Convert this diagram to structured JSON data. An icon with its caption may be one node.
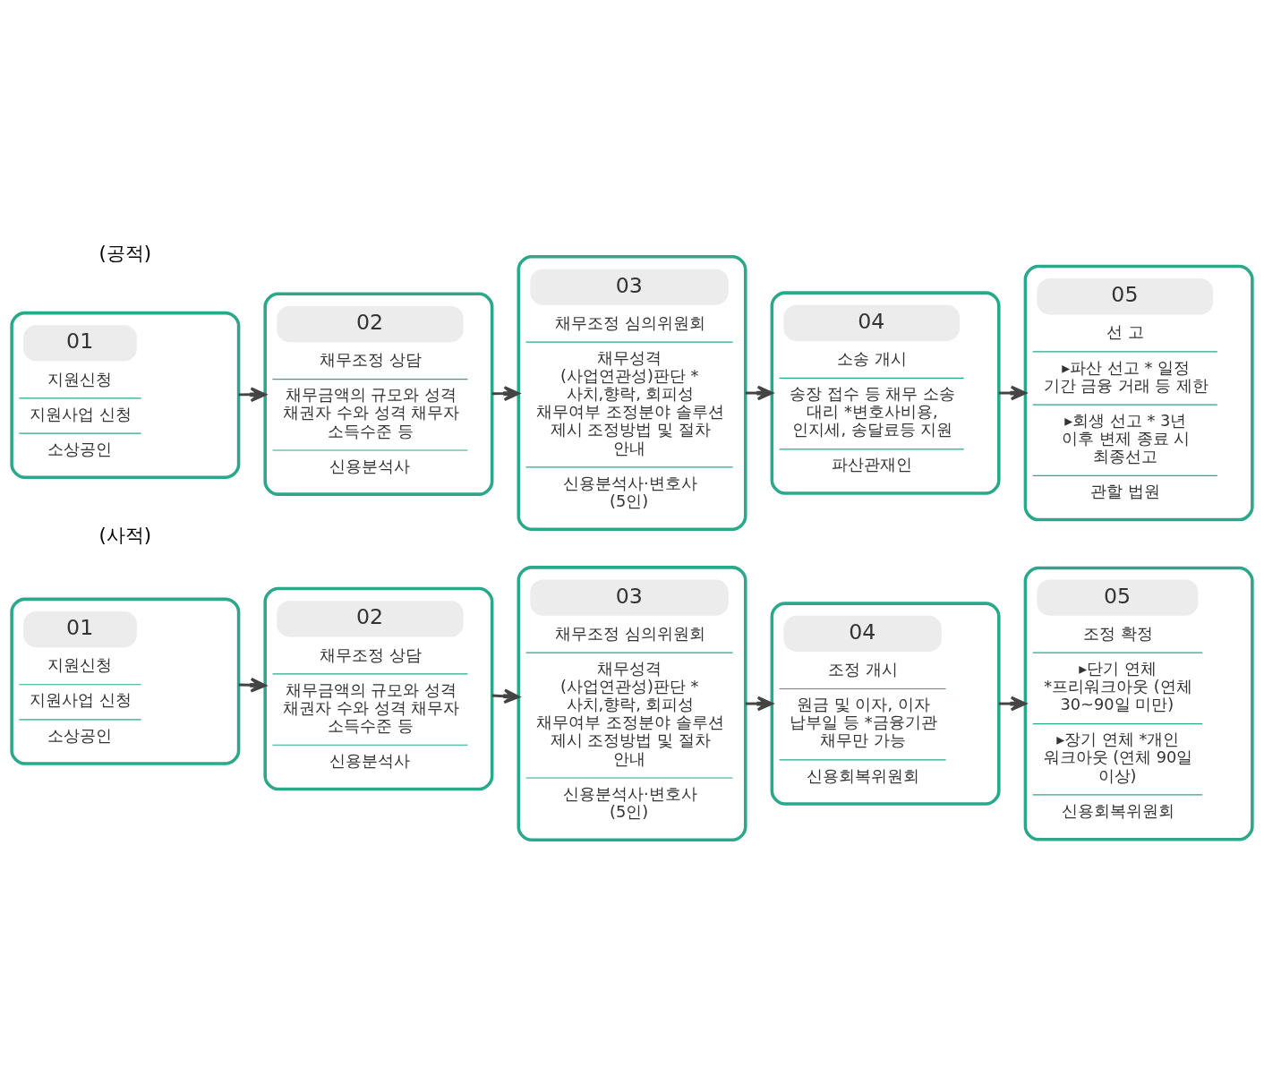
{
  "diagram": {
    "nodes": [
      {
        "text": [
          "01",
          "지원신청",
          "지원사업 신청",
          "소상공인"
        ]
      },
      {
        "text": [
          "02",
          "채무조정 상담",
          "채무금액의 규모와 성격 채권자 수와 성격 채무자 소득수준 등",
          "신용분석사"
        ]
      },
      {
        "text": [
          "03",
          "채무조정 심의위원회",
          "채무성격 (사업연관성)판단 * 사치,향락, 회피성 채무여부 조정분야 솔루션 제시 조정방법 및 절차 안내",
          "신용분석사·변호사 (5인)"
        ]
      },
      {
        "text": [
          "04",
          "소송 개시",
          "송장 접수 등 채무 소송 대리 *변호사비용, 인지세, 송달료등 지원",
          "파산관재인"
        ]
      },
      {
        "text": [
          "05",
          "선 고",
          "▸파산 선고 * 일정 기간 금융 거래 등 제한",
          "▸회생 선고 * 3년 이후 변제 종료 시 최종선고",
          "관할 법원"
        ]
      },
      {
        "text": [
          "01",
          "지원신청",
          "지원사업 신청",
          "소상공인"
        ]
      },
      {
        "text": [
          "02",
          "채무조정 상담",
          "채무금액의 규모와 성격 채권자 수와 성격 채무자 소득수준 등",
          "신용분석사"
        ]
      },
      {
        "text": [
          "03",
          "채무조정 심의위원회",
          "채무성격 (사업연관성)판단 * 사치,향락, 회피성 채무여부 조정분야 솔루션 제시 조정방법 및 절차 안내",
          "신용분석사·변호사 (5인)"
        ]
      },
      {
        "text": [
          "04",
          "조정 개시",
          "원금 및 이자, 이자 납부일 등 *금융기관 채무만 가능",
          "신용회복위원회"
        ]
      },
      {
        "text": [
          "05",
          "조정 확정",
          "▸단기 연체 *프리워크아웃 (연체 30~90일 미만)",
          "▸장기 연체 *개인 워크아웃 (연체 90일 이상)",
          "신용회복위원회"
        ]
      }
    ],
    "edges": [
      {
        "from": 0,
        "to": 1,
        "arrow": "to"
      },
      {
        "from": 1,
        "to": 2,
        "arrow": "to"
      },
      {
        "from": 2,
        "to": 3,
        "arrow": "to"
      },
      {
        "from": 3,
        "to": 4,
        "arrow": "to"
      },
      {
        "from": 5,
        "to": 6,
        "arrow": "to"
      },
      {
        "from": 6,
        "to": 7,
        "arrow": "to"
      },
      {
        "from": 7,
        "to": 8,
        "arrow": "to"
      },
      {
        "from": 8,
        "to": 9,
        "arrow": "to"
      }
    ],
    "labels": [
      "(공적)",
      "(사적)"
    ]
  }
}
